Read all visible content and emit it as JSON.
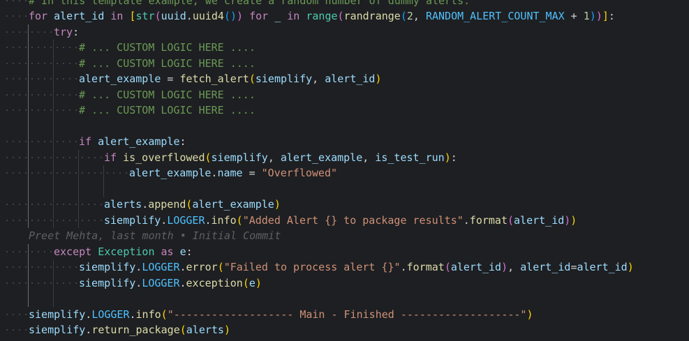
{
  "theme": {
    "background": "#1e1f22",
    "keyword": "#c586c0",
    "function": "#dcdcaa",
    "variable": "#9cdcfe",
    "string": "#ce9178",
    "number": "#b5cea8",
    "comment": "#6a9955",
    "constant": "#4fc1ff",
    "builtin": "#4ec9b0",
    "plain": "#d4d4d4",
    "bracket1": "#ffd700",
    "bracket2": "#da70d6",
    "bracket3": "#179fff",
    "blame": "#5c6066"
  },
  "lines": [
    {
      "indent": 1,
      "tokens": [
        {
          "t": "# In this template example, we create a random number of dummy alerts.",
          "c": "comment"
        }
      ]
    },
    {
      "indent": 1,
      "tokens": [
        {
          "t": "for",
          "c": "keyword"
        },
        {
          "t": " "
        },
        {
          "t": "alert_id",
          "c": "variable"
        },
        {
          "t": " "
        },
        {
          "t": "in",
          "c": "keyword"
        },
        {
          "t": " "
        },
        {
          "t": "[",
          "c": "bracket1"
        },
        {
          "t": "str",
          "c": "builtin"
        },
        {
          "t": "(",
          "c": "bracket2"
        },
        {
          "t": "uuid",
          "c": "variable"
        },
        {
          "t": "."
        },
        {
          "t": "uuid4",
          "c": "function"
        },
        {
          "t": "()",
          "c": "bracket3"
        },
        {
          "t": ")",
          "c": "bracket2"
        },
        {
          "t": " "
        },
        {
          "t": "for",
          "c": "keyword"
        },
        {
          "t": " "
        },
        {
          "t": "_",
          "c": "variable"
        },
        {
          "t": " "
        },
        {
          "t": "in",
          "c": "keyword"
        },
        {
          "t": " "
        },
        {
          "t": "range",
          "c": "builtin"
        },
        {
          "t": "(",
          "c": "bracket2"
        },
        {
          "t": "randrange",
          "c": "function"
        },
        {
          "t": "(",
          "c": "bracket3"
        },
        {
          "t": "2",
          "c": "number"
        },
        {
          "t": ", "
        },
        {
          "t": "RANDOM_ALERT_COUNT_MAX",
          "c": "constant"
        },
        {
          "t": " + "
        },
        {
          "t": "1",
          "c": "number"
        },
        {
          "t": ")",
          "c": "bracket3"
        },
        {
          "t": ")",
          "c": "bracket2"
        },
        {
          "t": "]",
          "c": "bracket1"
        },
        {
          "t": ":"
        }
      ]
    },
    {
      "indent": 2,
      "tokens": [
        {
          "t": "try",
          "c": "keyword"
        },
        {
          "t": ":"
        }
      ]
    },
    {
      "indent": 3,
      "tokens": [
        {
          "t": "# ... CUSTOM LOGIC HERE ....",
          "c": "comment"
        }
      ]
    },
    {
      "indent": 3,
      "tokens": [
        {
          "t": "# ... CUSTOM LOGIC HERE ....",
          "c": "comment"
        }
      ]
    },
    {
      "indent": 3,
      "tokens": [
        {
          "t": "alert_example",
          "c": "variable"
        },
        {
          "t": " = "
        },
        {
          "t": "fetch_alert",
          "c": "function"
        },
        {
          "t": "(",
          "c": "bracket1"
        },
        {
          "t": "siemplify",
          "c": "variable"
        },
        {
          "t": ", "
        },
        {
          "t": "alert_id",
          "c": "variable"
        },
        {
          "t": ")",
          "c": "bracket1"
        }
      ]
    },
    {
      "indent": 3,
      "tokens": [
        {
          "t": "# ... CUSTOM LOGIC HERE ....",
          "c": "comment"
        }
      ]
    },
    {
      "indent": 3,
      "tokens": [
        {
          "t": "# ... CUSTOM LOGIC HERE ....",
          "c": "comment"
        }
      ]
    },
    {
      "indent": 0,
      "tokens": []
    },
    {
      "indent": 3,
      "tokens": [
        {
          "t": "if",
          "c": "keyword"
        },
        {
          "t": " "
        },
        {
          "t": "alert_example",
          "c": "variable"
        },
        {
          "t": ":"
        }
      ]
    },
    {
      "indent": 4,
      "tokens": [
        {
          "t": "if",
          "c": "keyword"
        },
        {
          "t": " "
        },
        {
          "t": "is_overflowed",
          "c": "function"
        },
        {
          "t": "(",
          "c": "bracket1"
        },
        {
          "t": "siemplify",
          "c": "variable"
        },
        {
          "t": ", "
        },
        {
          "t": "alert_example",
          "c": "variable"
        },
        {
          "t": ", "
        },
        {
          "t": "is_test_run",
          "c": "variable"
        },
        {
          "t": ")",
          "c": "bracket1"
        },
        {
          "t": ":"
        }
      ]
    },
    {
      "indent": 5,
      "tokens": [
        {
          "t": "alert_example",
          "c": "variable"
        },
        {
          "t": "."
        },
        {
          "t": "name",
          "c": "variable"
        },
        {
          "t": " = "
        },
        {
          "t": "\"Overflowed\"",
          "c": "string"
        }
      ]
    },
    {
      "indent": 0,
      "tokens": []
    },
    {
      "indent": 4,
      "tokens": [
        {
          "t": "alerts",
          "c": "variable"
        },
        {
          "t": "."
        },
        {
          "t": "append",
          "c": "function"
        },
        {
          "t": "(",
          "c": "bracket1"
        },
        {
          "t": "alert_example",
          "c": "variable"
        },
        {
          "t": ")",
          "c": "bracket1"
        }
      ]
    },
    {
      "indent": 4,
      "tokens": [
        {
          "t": "siemplify",
          "c": "variable"
        },
        {
          "t": "."
        },
        {
          "t": "LOGGER",
          "c": "constant"
        },
        {
          "t": "."
        },
        {
          "t": "info",
          "c": "function"
        },
        {
          "t": "(",
          "c": "bracket1"
        },
        {
          "t": "\"Added Alert {} to package results\"",
          "c": "string"
        },
        {
          "t": "."
        },
        {
          "t": "format",
          "c": "function"
        },
        {
          "t": "(",
          "c": "bracket2"
        },
        {
          "t": "alert_id",
          "c": "variable"
        },
        {
          "t": ")",
          "c": "bracket2"
        },
        {
          "t": ")",
          "c": "bracket1"
        }
      ]
    },
    {
      "indent": 1,
      "blame": true,
      "tokens": [
        {
          "t": "Preet Mehta, last month • Initial Commit",
          "c": "blame"
        }
      ]
    },
    {
      "indent": 2,
      "tokens": [
        {
          "t": "except",
          "c": "keyword"
        },
        {
          "t": " "
        },
        {
          "t": "Exception",
          "c": "builtin"
        },
        {
          "t": " "
        },
        {
          "t": "as",
          "c": "keyword"
        },
        {
          "t": " "
        },
        {
          "t": "e",
          "c": "variable"
        },
        {
          "t": ":"
        }
      ]
    },
    {
      "indent": 3,
      "tokens": [
        {
          "t": "siemplify",
          "c": "variable"
        },
        {
          "t": "."
        },
        {
          "t": "LOGGER",
          "c": "constant"
        },
        {
          "t": "."
        },
        {
          "t": "error",
          "c": "function"
        },
        {
          "t": "(",
          "c": "bracket1"
        },
        {
          "t": "\"Failed to process alert {}\"",
          "c": "string"
        },
        {
          "t": "."
        },
        {
          "t": "format",
          "c": "function"
        },
        {
          "t": "(",
          "c": "bracket2"
        },
        {
          "t": "alert_id",
          "c": "variable"
        },
        {
          "t": ")",
          "c": "bracket2"
        },
        {
          "t": ", "
        },
        {
          "t": "alert_id",
          "c": "variable"
        },
        {
          "t": "="
        },
        {
          "t": "alert_id",
          "c": "variable"
        },
        {
          "t": ")",
          "c": "bracket1"
        }
      ]
    },
    {
      "indent": 3,
      "tokens": [
        {
          "t": "siemplify",
          "c": "variable"
        },
        {
          "t": "."
        },
        {
          "t": "LOGGER",
          "c": "constant"
        },
        {
          "t": "."
        },
        {
          "t": "exception",
          "c": "function"
        },
        {
          "t": "(",
          "c": "bracket1"
        },
        {
          "t": "e",
          "c": "variable"
        },
        {
          "t": ")",
          "c": "bracket1"
        }
      ]
    },
    {
      "indent": 0,
      "tokens": []
    },
    {
      "indent": 1,
      "tokens": [
        {
          "t": "siemplify",
          "c": "variable"
        },
        {
          "t": "."
        },
        {
          "t": "LOGGER",
          "c": "constant"
        },
        {
          "t": "."
        },
        {
          "t": "info",
          "c": "function"
        },
        {
          "t": "(",
          "c": "bracket1"
        },
        {
          "t": "\"------------------- Main - Finished -------------------\"",
          "c": "string"
        },
        {
          "t": ")",
          "c": "bracket1"
        }
      ]
    },
    {
      "indent": 1,
      "tokens": [
        {
          "t": "siemplify",
          "c": "variable"
        },
        {
          "t": "."
        },
        {
          "t": "return_package",
          "c": "function"
        },
        {
          "t": "(",
          "c": "bracket1"
        },
        {
          "t": "alerts",
          "c": "variable"
        },
        {
          "t": ")",
          "c": "bracket1"
        }
      ]
    }
  ]
}
